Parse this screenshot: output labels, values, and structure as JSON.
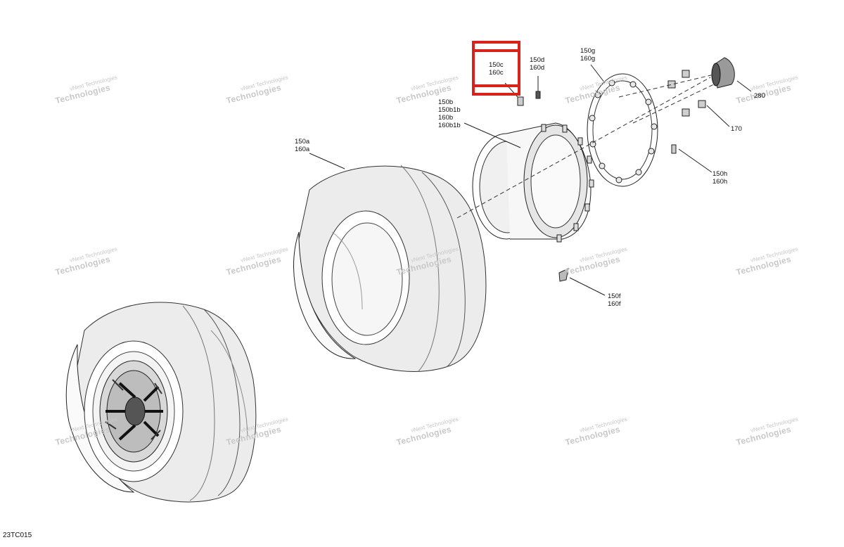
{
  "diagram_code": "23TC015",
  "highlight_color": "#d9221c",
  "watermark": {
    "line1": "vNext Technologies",
    "line2": "Technologies"
  },
  "callouts": [
    {
      "id": "150c",
      "lines": [
        "150c",
        "160c"
      ]
    },
    {
      "id": "150d",
      "lines": [
        "150d",
        "160d"
      ]
    },
    {
      "id": "150g",
      "lines": [
        "150g",
        "160g"
      ]
    },
    {
      "id": "280",
      "lines": [
        "280"
      ]
    },
    {
      "id": "150b",
      "lines": [
        "150b",
        "150b1b",
        "160b",
        "160b1b"
      ]
    },
    {
      "id": "170",
      "lines": [
        "170"
      ]
    },
    {
      "id": "150a",
      "lines": [
        "150a",
        "160a"
      ]
    },
    {
      "id": "150h",
      "lines": [
        "150h",
        "160h"
      ]
    },
    {
      "id": "150f",
      "lines": [
        "150f",
        "160f"
      ]
    }
  ]
}
